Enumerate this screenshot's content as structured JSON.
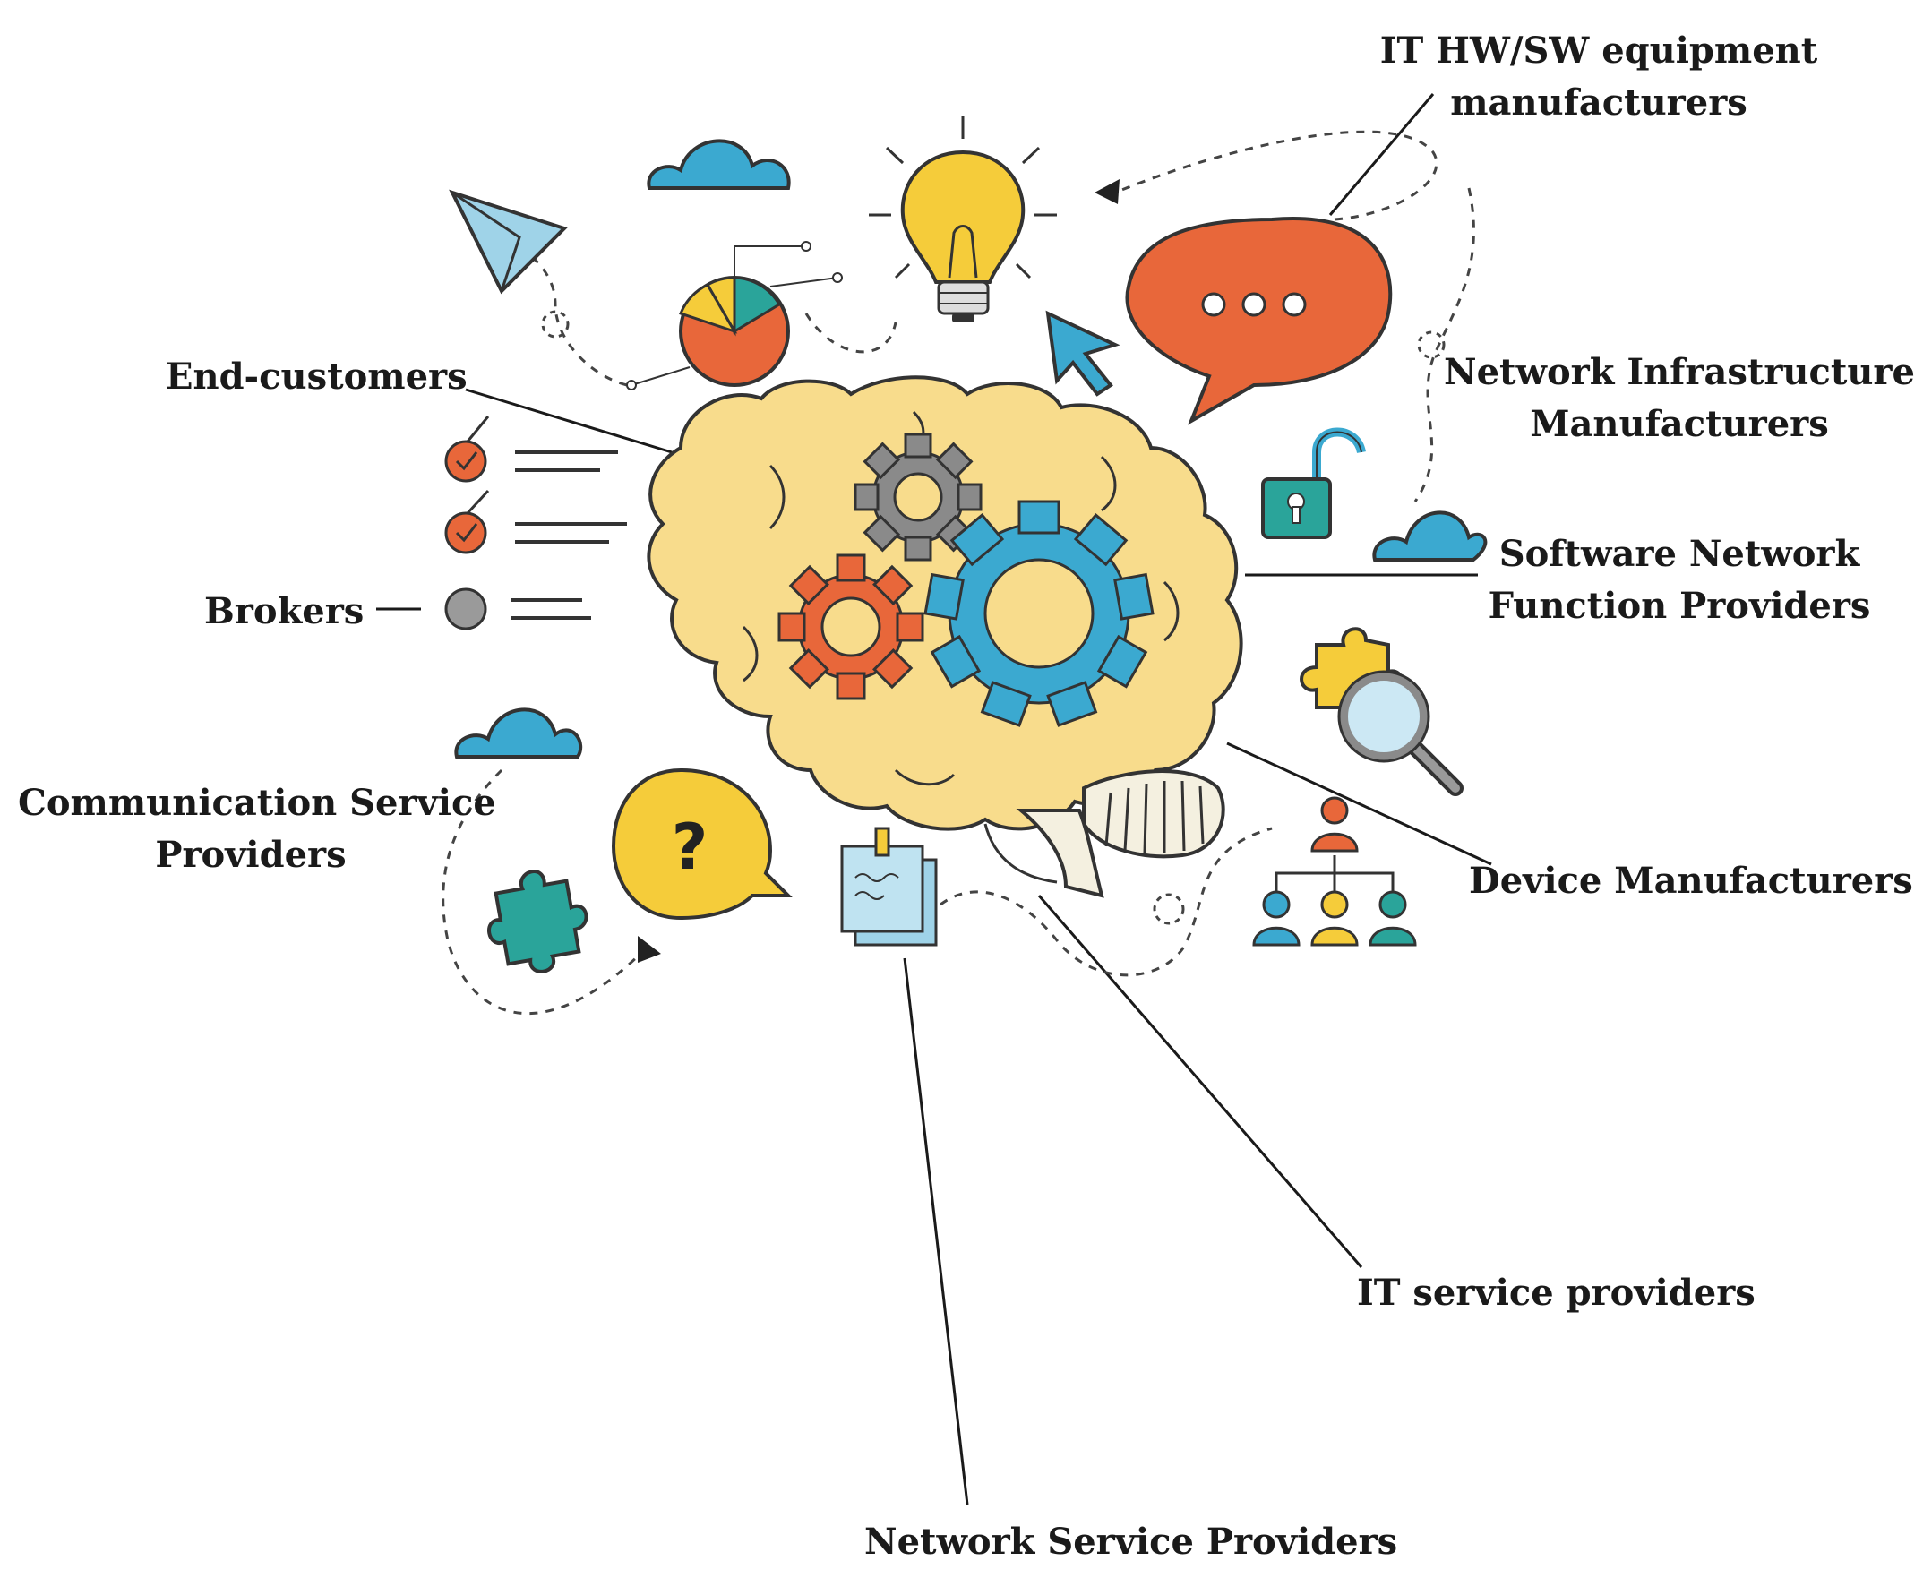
{
  "stakeholders": {
    "it_hw_sw": [
      "IT HW/SW equipment",
      "manufacturers"
    ],
    "network_infra": [
      "Network Infrastructure",
      "Manufacturers"
    ],
    "software_nf": [
      "Software Network",
      "Function Providers"
    ],
    "device_mfr": "Device Manufacturers",
    "it_service": "IT service providers",
    "network_service": "Network Service Providers",
    "comm_service": [
      "Communication Service",
      "Providers"
    ],
    "brokers": "Brokers",
    "end_customers": "End-customers"
  },
  "icons": [
    "brain-icon",
    "gear-icon",
    "lightbulb-icon",
    "speech-bubble-icon",
    "question-bubble-icon",
    "cloud-icon",
    "paper-plane-icon",
    "pie-chart-icon",
    "cursor-arrow-icon",
    "padlock-icon",
    "puzzle-piece-icon",
    "magnifier-icon",
    "org-chart-icon",
    "sticky-note-icon",
    "checklist-icon"
  ],
  "colors": {
    "brain": "#f8dc8c",
    "brain_outline": "#333333",
    "orange": "#e8673a",
    "blue": "#3ba9d0",
    "teal": "#2aa49a",
    "yellow": "#f5cc3a",
    "gray": "#8a8a8a"
  },
  "question_mark": "?"
}
